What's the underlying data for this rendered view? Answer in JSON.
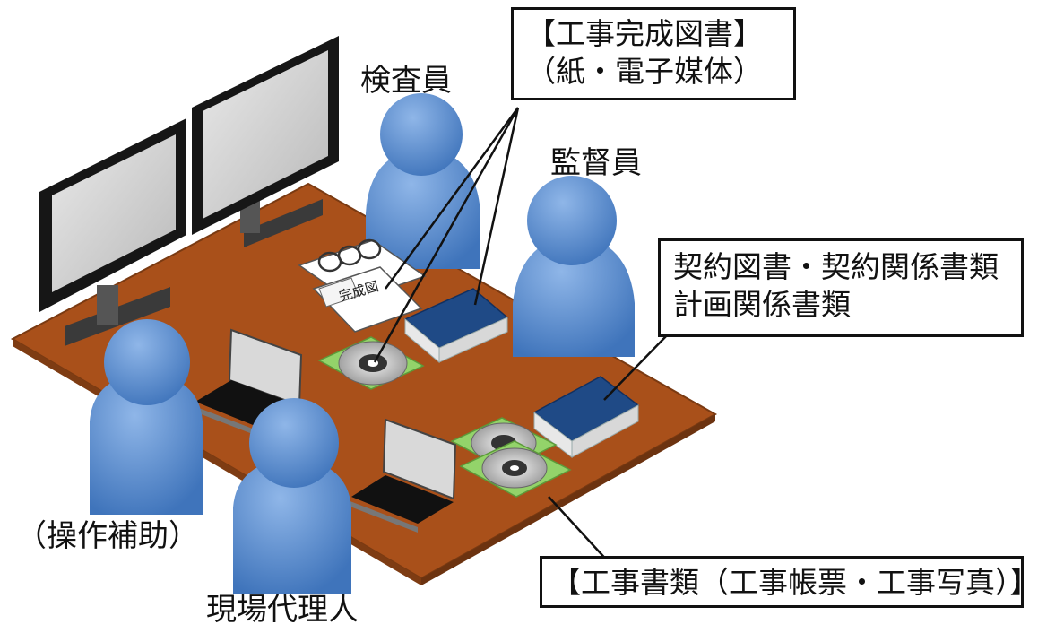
{
  "roles": {
    "inspector": "検査員",
    "supervisor": "監督員",
    "operator_assist": "（操作補助）",
    "site_agent": "現場代理人"
  },
  "callouts": {
    "completion_docs": {
      "line1": "【工事完成図書】",
      "line2": "（紙・電子媒体）"
    },
    "contract_docs": {
      "line1": "契約図書・契約関係書類",
      "line2": "計画関係書類"
    },
    "work_docs": {
      "line1": "【工事書類（工事帳票・工事写真）】"
    }
  },
  "table_items": {
    "document_top": "○○○",
    "document_label": "完成図"
  },
  "colors": {
    "table": "#a9501a",
    "person": "#5b8fd0",
    "binder": "#1f4a86",
    "disc_sleeve": "#93d36a",
    "monitor_frame": "#161616"
  }
}
